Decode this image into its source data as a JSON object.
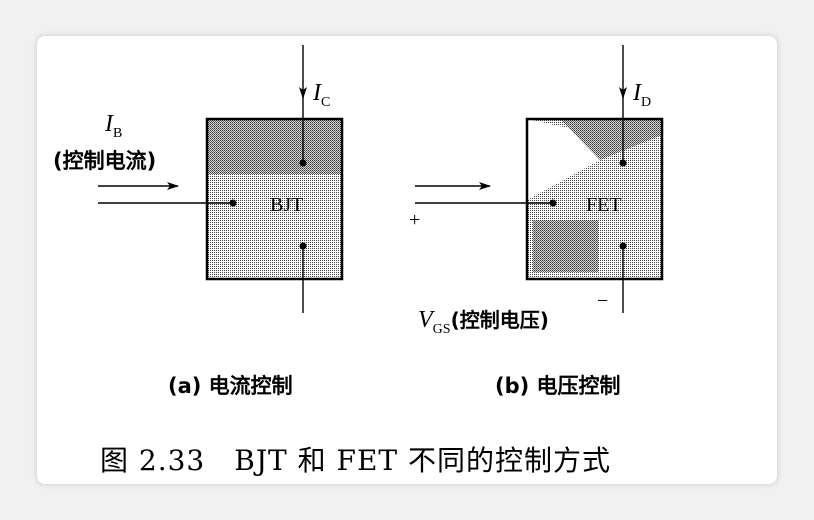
{
  "bjt_panel": {
    "device_label": "BJT",
    "collector_current": {
      "symbol": "I",
      "subscript": "C"
    },
    "base_current": {
      "symbol": "I",
      "subscript": "B"
    },
    "control_note": "(控制电流)",
    "caption": "(a) 电流控制"
  },
  "fet_panel": {
    "device_label": "FET",
    "drain_current": {
      "symbol": "I",
      "subscript": "D"
    },
    "gate_voltage": {
      "symbol": "V",
      "subscript": "GS",
      "note": "(控制电压)"
    },
    "plus_sign": "+",
    "minus_sign": "−",
    "caption": "(b) 电压控制"
  },
  "figure_caption": "图 2.33　BJT 和 FET 不同的控制方式",
  "colors": {
    "background": "#f1f1f1",
    "card": "#ffffff",
    "ink": "#000000"
  }
}
